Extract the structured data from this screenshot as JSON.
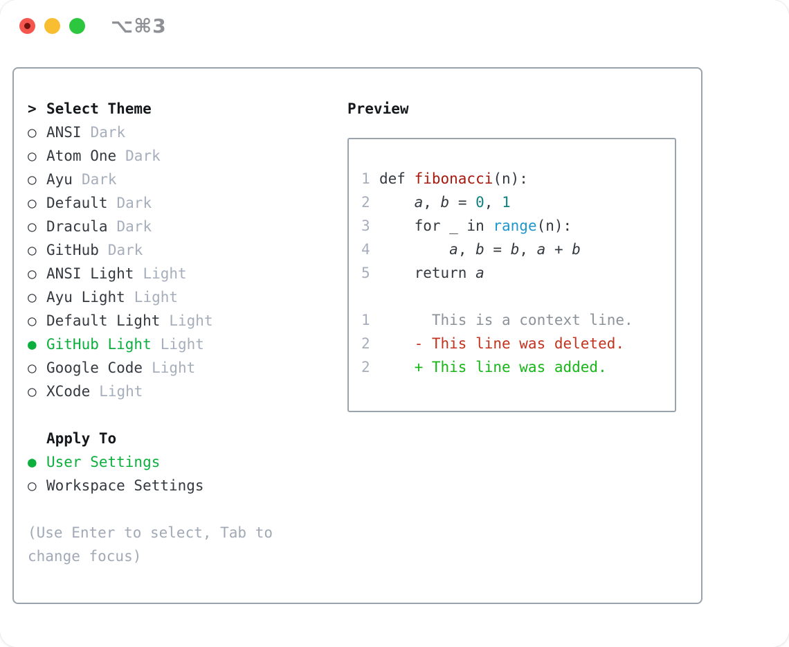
{
  "window": {
    "title": "⌥⌘3",
    "traffic_lights": [
      "close",
      "minimize",
      "zoom"
    ]
  },
  "icons": {
    "radio_glyph": "○",
    "radio_selected_glyph": "●",
    "prompt_glyph": ">"
  },
  "select_theme": {
    "title": "Select Theme",
    "themes": [
      {
        "name": "ANSI",
        "variant": "Dark",
        "selected": false
      },
      {
        "name": "Atom One",
        "variant": "Dark",
        "selected": false
      },
      {
        "name": "Ayu",
        "variant": "Dark",
        "selected": false
      },
      {
        "name": "Default",
        "variant": "Dark",
        "selected": false
      },
      {
        "name": "Dracula",
        "variant": "Dark",
        "selected": false
      },
      {
        "name": "GitHub",
        "variant": "Dark",
        "selected": false
      },
      {
        "name": "ANSI Light",
        "variant": "Light",
        "selected": false
      },
      {
        "name": "Ayu Light",
        "variant": "Light",
        "selected": false
      },
      {
        "name": "Default Light",
        "variant": "Light",
        "selected": false
      },
      {
        "name": "GitHub Light",
        "variant": "Light",
        "selected": true
      },
      {
        "name": "Google Code",
        "variant": "Light",
        "selected": false
      },
      {
        "name": "XCode",
        "variant": "Light",
        "selected": false
      }
    ]
  },
  "apply_to": {
    "title": "Apply To",
    "options": [
      {
        "label": "User Settings",
        "selected": true
      },
      {
        "label": "Workspace Settings",
        "selected": false
      }
    ]
  },
  "hint": "(Use Enter to select, Tab to change focus)",
  "preview": {
    "title": "Preview",
    "lines": [
      {
        "num": "1",
        "tokens": [
          {
            "text": "def ",
            "style": "code"
          },
          {
            "text": "fibonacci",
            "style": "func"
          },
          {
            "text": "(n):",
            "style": "code"
          }
        ]
      },
      {
        "num": "2",
        "tokens": [
          {
            "text": "    ",
            "style": "code"
          },
          {
            "text": "a",
            "style": "var"
          },
          {
            "text": ", ",
            "style": "code"
          },
          {
            "text": "b",
            "style": "var"
          },
          {
            "text": " = ",
            "style": "code"
          },
          {
            "text": "0",
            "style": "num"
          },
          {
            "text": ", ",
            "style": "code"
          },
          {
            "text": "1",
            "style": "num"
          }
        ]
      },
      {
        "num": "3",
        "tokens": [
          {
            "text": "    for _ in ",
            "style": "code"
          },
          {
            "text": "range",
            "style": "builtin"
          },
          {
            "text": "(n):",
            "style": "code"
          }
        ]
      },
      {
        "num": "4",
        "tokens": [
          {
            "text": "        ",
            "style": "code"
          },
          {
            "text": "a",
            "style": "var"
          },
          {
            "text": ", ",
            "style": "code"
          },
          {
            "text": "b",
            "style": "var"
          },
          {
            "text": " = ",
            "style": "code"
          },
          {
            "text": "b",
            "style": "var"
          },
          {
            "text": ", ",
            "style": "code"
          },
          {
            "text": "a",
            "style": "var"
          },
          {
            "text": " + ",
            "style": "code"
          },
          {
            "text": "b",
            "style": "var"
          }
        ]
      },
      {
        "num": "5",
        "tokens": [
          {
            "text": "    return ",
            "style": "code"
          },
          {
            "text": "a",
            "style": "var"
          }
        ]
      },
      {
        "num": "",
        "tokens": []
      },
      {
        "num": "1",
        "tokens": [
          {
            "text": "      This is a context line.",
            "style": "context"
          }
        ]
      },
      {
        "num": "2",
        "tokens": [
          {
            "text": "    - This line was deleted.",
            "style": "deleted"
          }
        ]
      },
      {
        "num": "2",
        "tokens": [
          {
            "text": "    + This line was added.",
            "style": "added"
          }
        ]
      }
    ]
  },
  "colors": {
    "black": "#15181b",
    "dark": "#33393f",
    "gray": "#a6aebb",
    "hint": "#a0a9b5",
    "context": "#8b9299",
    "green": "#0caf3e",
    "add": "#16b616",
    "del": "#c1331f",
    "func": "#a8170c",
    "numlit": "#0f8181",
    "builtin": "#1e96cd",
    "border": "#99a3ad",
    "title": "#8e9095",
    "light_red": "#f4564d",
    "light_red_dot": "#6f1310",
    "light_yellow": "#f9bd31",
    "light_green": "#2cc73e"
  }
}
